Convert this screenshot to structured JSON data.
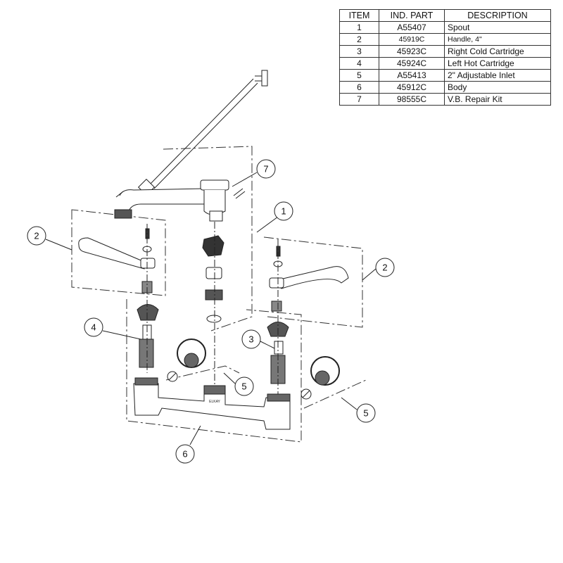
{
  "table": {
    "headers": [
      "ITEM",
      "IND. PART",
      "DESCRIPTION"
    ],
    "rows": [
      {
        "item": "1",
        "part": "A55407",
        "description": "Spout"
      },
      {
        "item": "2",
        "part": "45919C",
        "description": "Handle, 4\""
      },
      {
        "item": "3",
        "part": "45923C",
        "description": "Right Cold Cartridge"
      },
      {
        "item": "4",
        "part": "45924C",
        "description": "Left Hot Cartridge"
      },
      {
        "item": "5",
        "part": "A55413",
        "description": "2\" Adjustable Inlet"
      },
      {
        "item": "6",
        "part": "45912C",
        "description": "Body"
      },
      {
        "item": "7",
        "part": "98555C",
        "description": "V.B. Repair Kit"
      }
    ]
  },
  "callouts": [
    "7",
    "1",
    "2",
    "2",
    "4",
    "3",
    "5",
    "5",
    "6"
  ],
  "body_brand": "ELKAY"
}
